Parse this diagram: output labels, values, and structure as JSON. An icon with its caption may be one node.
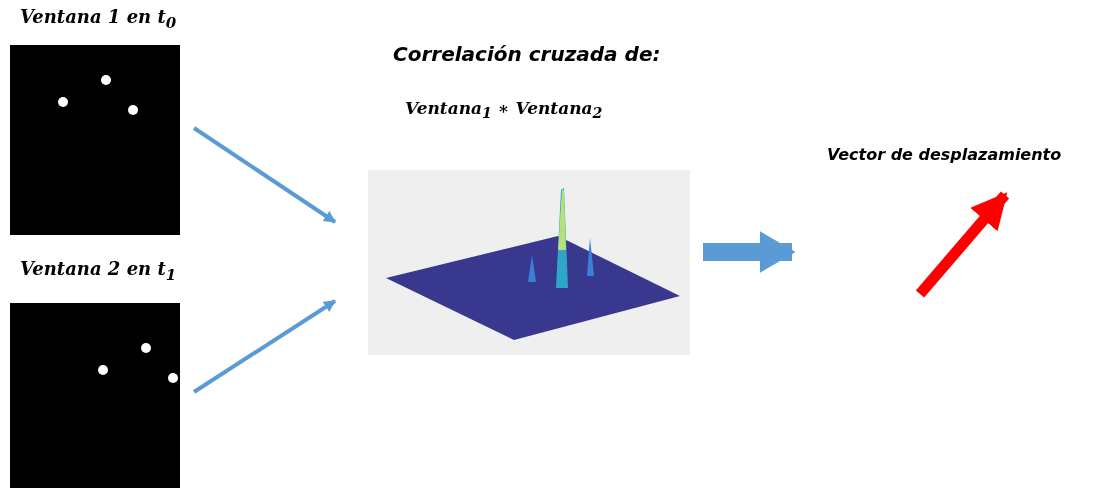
{
  "diagram": {
    "nodes": [
      {
        "text": [
          "Ventana 1 en t$_{0}$"
        ]
      },
      {
        "text": [
          "Ventana 2 en t$_{1}$"
        ]
      },
      {
        "text": [
          "Correlación cruzada de:",
          "Ventana$_{1}$ ∗ Ventana$_{2}$"
        ]
      },
      {
        "text": [
          "Vector de desplazamiento"
        ]
      }
    ],
    "edges": [
      {
        "from": 0,
        "to": 2,
        "arrow": "to"
      },
      {
        "from": 1,
        "to": 2,
        "arrow": "to"
      },
      {
        "from": 2,
        "to": 3,
        "arrow": "to",
        "style": "thick"
      }
    ]
  }
}
